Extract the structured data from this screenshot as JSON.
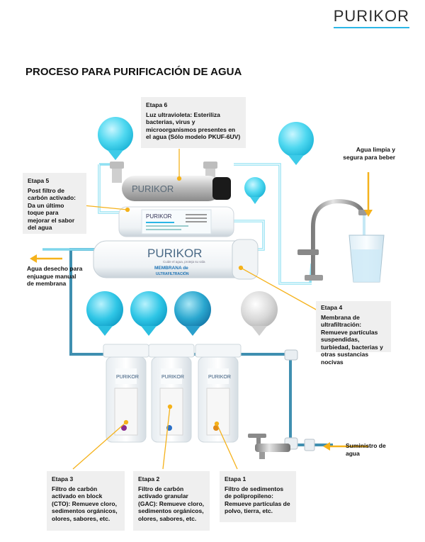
{
  "brand": {
    "name": "PURIKOR"
  },
  "title": "PROCESO PARA PURIFICACIÓN DE AGUA",
  "labels": {
    "uv_brand": "PURIKOR",
    "membrane_brand": "PURIKOR",
    "membrane_tagline": "Cuide el agua, proteja su vida",
    "membrane_text": "MEMBRANA de",
    "membrane_subtext": "ULTRAFILTRACIÓN",
    "post_filter_brand": "PURIKOR",
    "housing_brand": "PURIKOR"
  },
  "stages": [
    {
      "stage": "Etapa 6",
      "desc": "Luz ultravioleta: Esteriliza bacterias, virus y microorganismos presentes en el agua (Sólo modelo PKUF-6UV)"
    },
    {
      "stage": "Etapa 5",
      "desc": "Post filtro de carbón activado: Da un último toque para mejorar el sabor del agua"
    },
    {
      "stage": "Etapa 4",
      "desc": "Membrana de ultrafiltración: Remueve partículas suspendidas, turbiedad, bacterias y otras sustancias nocivas"
    },
    {
      "stage": "Etapa 3",
      "desc": "Filtro de carbón activado en block (CTO): Remueve cloro, sedimentos orgánicos, olores, sabores, etc."
    },
    {
      "stage": "Etapa 2",
      "desc": "Filtro de carbón activado granular (GAC): Remueve cloro, sedimentos orgánicos, olores, sabores, etc."
    },
    {
      "stage": "Etapa 1",
      "desc": "Filtro de sedimentos de polipropileno: Remueve partículas de polvo, tierra, etc."
    }
  ],
  "notes": {
    "clean_water": "Agua limpia y segura para beber",
    "waste_water": "Agua desecho para enjuague manual de membrana",
    "supply": "Suministro de agua"
  },
  "colors": {
    "accent": "#2bb6e6",
    "arrow": "#f5b21b",
    "pipe_light": "#8fe0f2",
    "pipe_dark": "#3f8fb0",
    "label_bg": "#efefef"
  }
}
